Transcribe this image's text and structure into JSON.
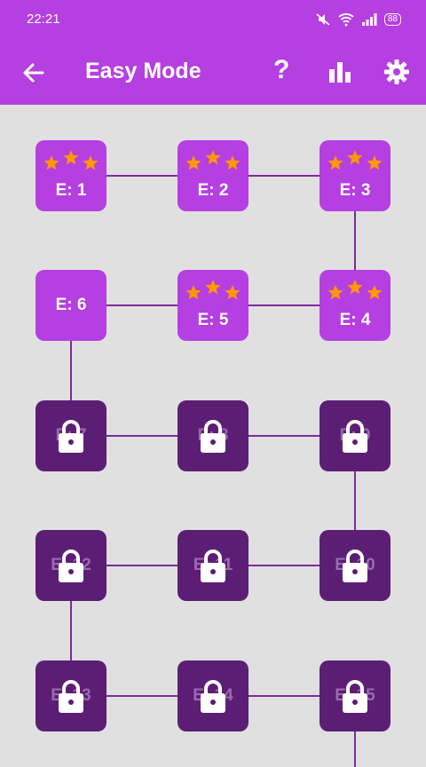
{
  "status_bar": {
    "time": "22:21",
    "battery": "88"
  },
  "app_bar": {
    "title": "Easy Mode",
    "back_icon": "arrow-back-icon",
    "help_label": "?",
    "stats_icon": "bar-chart-icon",
    "settings_icon": "gear-icon"
  },
  "levels": [
    {
      "label": "E: 1",
      "stars": 3,
      "locked": false
    },
    {
      "label": "E: 2",
      "stars": 3,
      "locked": false
    },
    {
      "label": "E: 3",
      "stars": 3,
      "locked": false
    },
    {
      "label": "E: 4",
      "stars": 3,
      "locked": false
    },
    {
      "label": "E: 5",
      "stars": 3,
      "locked": false
    },
    {
      "label": "E: 6",
      "stars": 0,
      "locked": false
    },
    {
      "label": "E: 7",
      "stars": 0,
      "locked": true
    },
    {
      "label": "E: 8",
      "stars": 0,
      "locked": true
    },
    {
      "label": "E: 9",
      "stars": 0,
      "locked": true
    },
    {
      "label": "E: 10",
      "stars": 0,
      "locked": true
    },
    {
      "label": "E: 11",
      "stars": 0,
      "locked": true
    },
    {
      "label": "E: 12",
      "stars": 0,
      "locked": true
    },
    {
      "label": "E: 13",
      "stars": 0,
      "locked": true
    },
    {
      "label": "E: 14",
      "stars": 0,
      "locked": true
    },
    {
      "label": "E: 15",
      "stars": 0,
      "locked": true
    }
  ],
  "colors": {
    "primary": "#b53fe0",
    "locked": "#5c1e74",
    "star": "#ff9800",
    "background": "#e0e0e0"
  }
}
